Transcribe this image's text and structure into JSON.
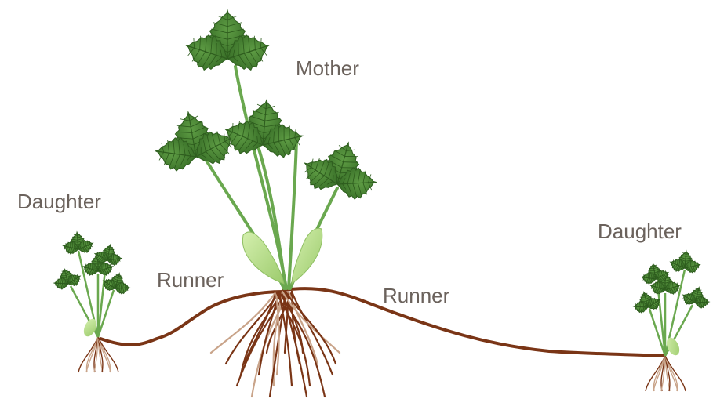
{
  "labels": {
    "mother": "Mother",
    "daughter_left": "Daughter",
    "daughter_right": "Daughter",
    "runner_left": "Runner",
    "runner_right": "Runner"
  },
  "colors": {
    "leaf_dark": "#3f7a2c",
    "leaf_mid": "#4f8f38",
    "leaf_vein": "#2f5e1f",
    "stem": "#6aa84f",
    "sheath": "#b9e08a",
    "root": "#7a3516",
    "root_pale": "#c9a48a",
    "label_text": "#6b625c"
  },
  "icons": {
    "mother_plant": "strawberry-mother-plant",
    "daughter_plant": "strawberry-daughter-plant",
    "runner": "stolon-runner"
  }
}
